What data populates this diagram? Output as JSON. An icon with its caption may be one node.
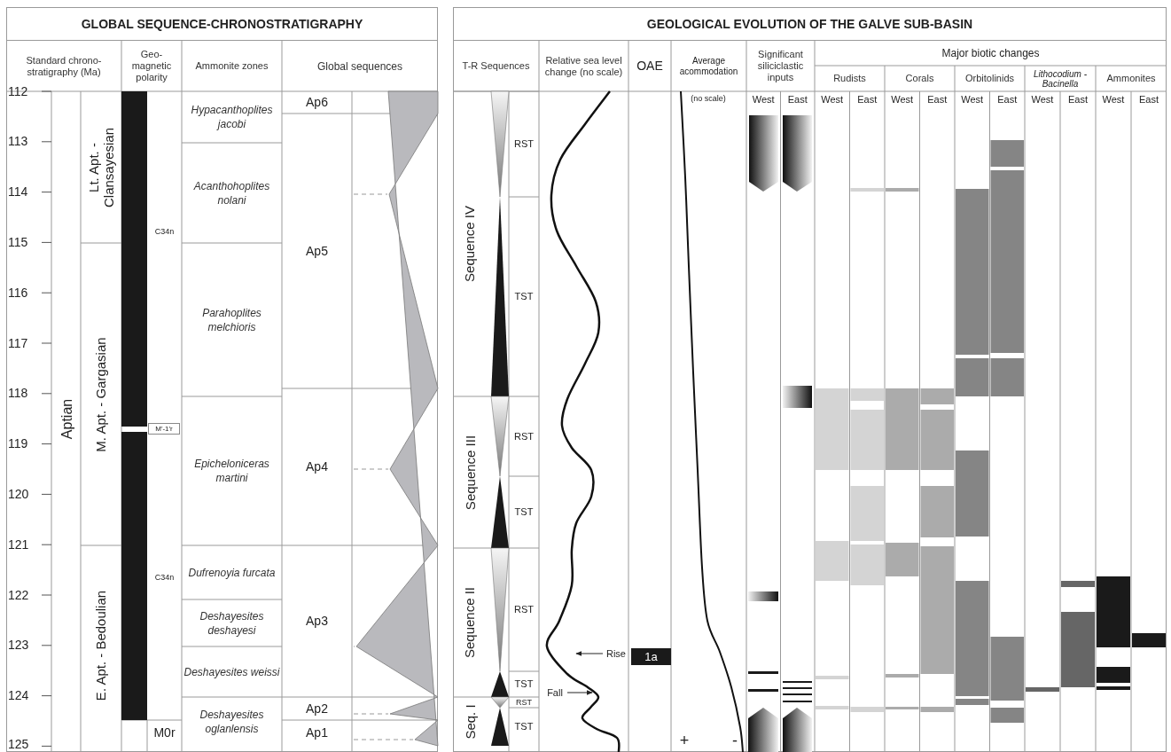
{
  "diagram": {
    "nodes": [
      {
        "text": [
          "GLOBAL SEQUENCE-CHRONOSTRATIGRAPHY"
        ]
      },
      {
        "text": [
          "GEOLOGICAL EVOLUTION OF THE GALVE SUB-BASIN"
        ]
      },
      {
        "text": [
          "1a"
        ],
        "in": 1
      },
      {
        "text": [
          "Rise"
        ],
        "in": 1
      },
      {
        "text": [
          "Fall"
        ],
        "in": 1
      }
    ],
    "edges": [
      {
        "from": 3,
        "to": null,
        "arrow": "to"
      },
      {
        "from": 4,
        "to": null,
        "arrow": "to"
      }
    ],
    "labels": [
      "Standard chrono-stratigraphy (Ma)",
      "Geo-magnetic polarity",
      "Ammonite zones",
      "Global sequences",
      "112",
      "113",
      "114",
      "115",
      "116",
      "117",
      "118",
      "119",
      "120",
      "121",
      "122",
      "123",
      "124",
      "125",
      "Aptian",
      "Lt. Apt. - Clansayesian",
      "M. Apt. - Gargasian",
      "E. Apt. - Bedoulian",
      "C34n",
      "M'-1'r",
      "C34n",
      "M0r",
      "Hypacanthoplites jacobi",
      "Acanthohoplites nolani",
      "Parahoplites melchioris",
      "Epicheloniceras martini",
      "Dufrenoyia furcata",
      "Deshayesites deshayesi",
      "Deshayesites weissi",
      "Deshayesites oglanlensis",
      "Ap6",
      "Ap5",
      "Ap4",
      "Ap3",
      "Ap2",
      "Ap1",
      "T-R Sequences",
      "Relative sea level change (no scale)",
      "OAE",
      "Average acommodation",
      "Significant siliciclastic inputs",
      "Major biotic changes",
      "Rudists",
      "Corals",
      "Orbitolinids",
      "Lithocodium -Bacinella",
      "Ammonites",
      "(no scale)",
      "West",
      "East",
      "West",
      "East",
      "West",
      "East",
      "West",
      "East",
      "West",
      "East",
      "West",
      "East",
      "Sequence IV",
      "Sequence III",
      "Sequence II",
      "Seq. I",
      "RST",
      "TST",
      "RST",
      "TST",
      "RST",
      "TST",
      "RST",
      "TST",
      "+",
      "-"
    ]
  }
}
